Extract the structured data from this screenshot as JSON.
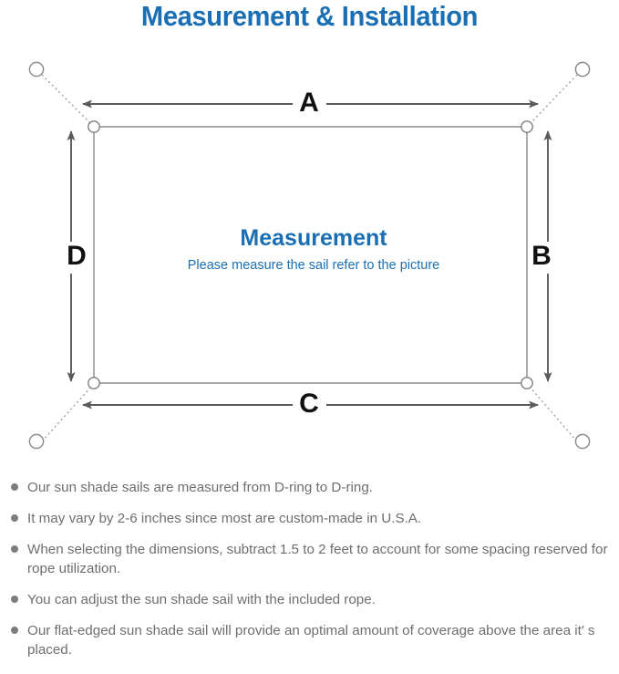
{
  "page": {
    "title": "Measurement & Installation",
    "title_color": "#1a6fb4"
  },
  "diagram": {
    "name": "sun-shade-sail-measurement-diagram",
    "center": {
      "heading": "Measurement",
      "subheading": "Please measure the sail refer to the picture"
    },
    "dimension_labels": {
      "top": "A",
      "right": "B",
      "bottom": "C",
      "left": "D"
    },
    "colors": {
      "sail_outline": "#8c8c8c",
      "arrow": "#5a5a5a",
      "dring": "#8c8c8c",
      "anchor": "#8c8c8c",
      "rope": "#9a9a9a",
      "letter": "#111111"
    },
    "parts": {
      "sail": "sail-rectangle",
      "d_ring": "d-ring",
      "anchor_point": "anchor-point",
      "rope_line": "rope-dotted-line"
    }
  },
  "notes": [
    "Our sun shade sails are measured from D-ring to D-ring.",
    "It may vary by 2-6 inches since most are custom-made in U.S.A.",
    "When selecting the dimensions, subtract 1.5 to 2 feet to account for some spacing reserved for rope utilization.",
    "You can adjust the sun shade sail with the included rope.",
    "Our flat-edged sun shade sail will provide an optimal amount of coverage above the area it′ s placed."
  ]
}
